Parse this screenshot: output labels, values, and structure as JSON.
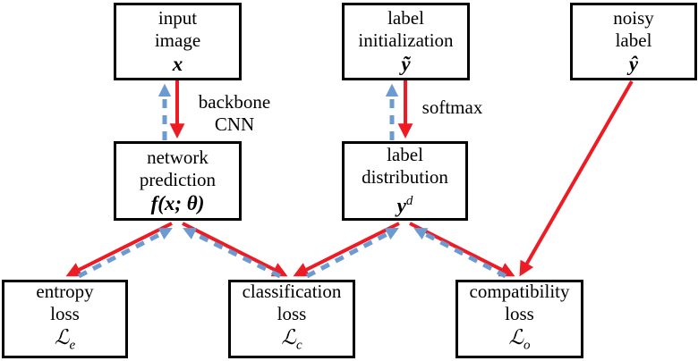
{
  "colors": {
    "forward_arrow": "#ed1c24",
    "backward_arrow": "#6c9bd2",
    "box_border": "#000000",
    "background": "#ffffff"
  },
  "nodes": {
    "input_image": {
      "line1": "input",
      "line2": "image",
      "math": "x"
    },
    "label_initialization": {
      "line1": "label",
      "line2": "initialization",
      "math": "ỹ"
    },
    "noisy_label": {
      "line1": "noisy",
      "line2": "label",
      "math": "ŷ"
    },
    "network_prediction": {
      "line1": "network",
      "line2": "prediction",
      "math": "f(x; θ)"
    },
    "label_distribution": {
      "line1": "label",
      "line2": "distribution",
      "math_base": "y",
      "math_sup": "d"
    },
    "entropy_loss": {
      "line1": "entropy",
      "line2": "loss",
      "math_base": "ℒ",
      "math_sub": "e"
    },
    "classification_loss": {
      "line1": "classification",
      "line2": "loss",
      "math_base": "ℒ",
      "math_sub": "c"
    },
    "compatibility_loss": {
      "line1": "compatibility",
      "line2": "loss",
      "math_base": "ℒ",
      "math_sub": "o"
    }
  },
  "edge_labels": {
    "backbone_cnn_line1": "backbone",
    "backbone_cnn_line2": "CNN",
    "softmax": "softmax"
  }
}
